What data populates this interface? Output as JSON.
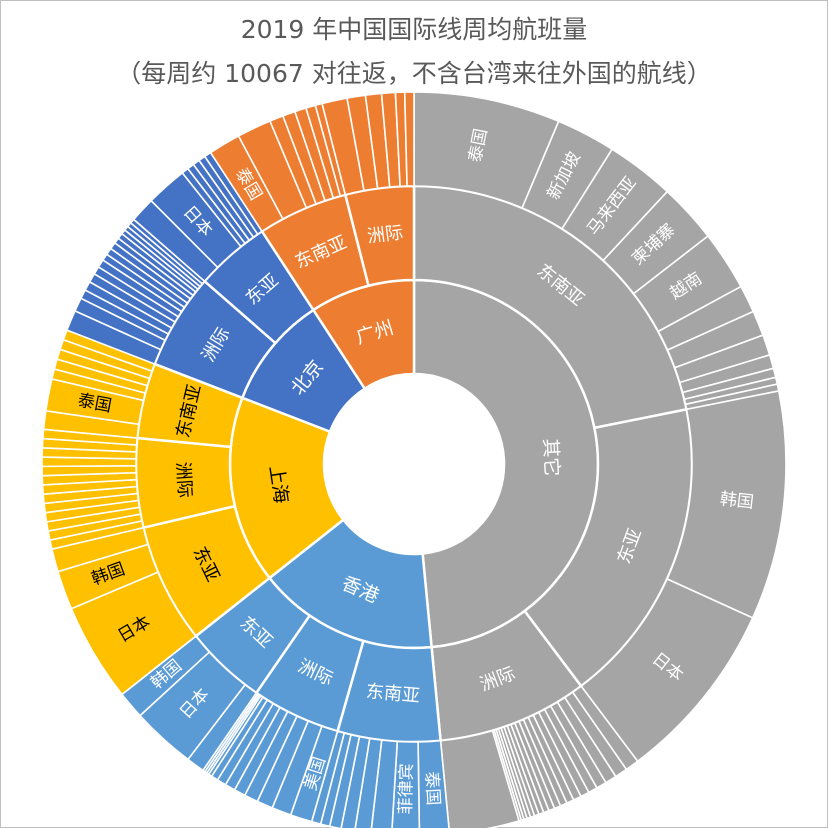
{
  "chart_data": {
    "type": "sunburst",
    "title": "2019 年中国国际线周均航班量",
    "subtitle": "（每周约 10067 对往返，不含台湾来往外国的航线）",
    "colors": {
      "其它": "#a5a5a5",
      "香港": "#5b9bd5",
      "上海": "#ffc000",
      "北京": "#4472c4",
      "广州": "#ed7d31",
      "separator": "#ffffff",
      "label_dark": "#000000",
      "label_light": "#ffffff"
    },
    "tree": [
      {
        "name": "其它",
        "value": 4880,
        "children": [
          {
            "name": "东南亚",
            "value": 2200,
            "children": [
              {
                "name": "泰国",
                "value": 640
              },
              {
                "name": "新加坡",
                "value": 260
              },
              {
                "name": "马来西亚",
                "value": 300
              },
              {
                "name": "柬埔寨",
                "value": 260
              },
              {
                "name": "越南",
                "value": 260
              },
              {
                "name": "",
                "value": 120
              },
              {
                "name": "",
                "value": 110
              },
              {
                "name": "",
                "value": 90
              },
              {
                "name": "",
                "value": 60
              },
              {
                "name": "",
                "value": 40
              },
              {
                "name": "",
                "value": 30
              },
              {
                "name": "",
                "value": 30
              }
            ]
          },
          {
            "name": "东亚",
            "value": 1800,
            "children": [
              {
                "name": "韩国",
                "value": 1000
              },
              {
                "name": "日本",
                "value": 800
              }
            ]
          },
          {
            "name": "洲际",
            "value": 880,
            "children": [
              {
                "name": "",
                "value": 60
              },
              {
                "name": "",
                "value": 55
              },
              {
                "name": "",
                "value": 50
              },
              {
                "name": "",
                "value": 45
              },
              {
                "name": "",
                "value": 40
              },
              {
                "name": "",
                "value": 38
              },
              {
                "name": "",
                "value": 35
              },
              {
                "name": "",
                "value": 32
              },
              {
                "name": "",
                "value": 30
              },
              {
                "name": "",
                "value": 28
              },
              {
                "name": "",
                "value": 26
              },
              {
                "name": "",
                "value": 24
              },
              {
                "name": "",
                "value": 22
              },
              {
                "name": "",
                "value": 20
              },
              {
                "name": "",
                "value": 18
              },
              {
                "name": "",
                "value": 16
              },
              {
                "name": "",
                "value": 14
              },
              {
                "name": "",
                "value": 12
              },
              {
                "name": "",
                "value": 10
              },
              {
                "name": "",
                "value": 305
              }
            ]
          }
        ]
      },
      {
        "name": "香港",
        "value": 1600,
        "children": [
          {
            "name": "东南亚",
            "value": 600,
            "children": [
              {
                "name": "泰国",
                "value": 130
              },
              {
                "name": "菲律宾",
                "value": 120
              },
              {
                "name": "",
                "value": 90
              },
              {
                "name": "",
                "value": 70
              },
              {
                "name": "",
                "value": 60
              },
              {
                "name": "",
                "value": 50
              },
              {
                "name": "",
                "value": 40
              },
              {
                "name": "",
                "value": 40
              }
            ]
          },
          {
            "name": "洲际",
            "value": 520,
            "children": [
              {
                "name": "美国",
                "value": 95
              },
              {
                "name": "",
                "value": 85
              },
              {
                "name": "",
                "value": 70
              },
              {
                "name": "",
                "value": 60
              },
              {
                "name": "",
                "value": 50
              },
              {
                "name": "",
                "value": 45
              },
              {
                "name": "",
                "value": 40
              },
              {
                "name": "",
                "value": 30
              },
              {
                "name": "",
                "value": 15
              },
              {
                "name": "",
                "value": 10
              },
              {
                "name": "",
                "value": 10
              },
              {
                "name": "",
                "value": 10
              }
            ]
          },
          {
            "name": "东亚",
            "value": 480,
            "children": [
              {
                "name": "",
                "value": 80
              },
              {
                "name": "日本",
                "value": 280
              },
              {
                "name": "韩国",
                "value": 120
              }
            ]
          }
        ]
      },
      {
        "name": "上海",
        "value": 1660,
        "children": [
          {
            "name": "东亚",
            "value": 700,
            "children": [
              {
                "name": "日本",
                "value": 430
              },
              {
                "name": "韩国",
                "value": 170
              },
              {
                "name": "",
                "value": 100
              }
            ]
          },
          {
            "name": "洲际",
            "value": 520,
            "children": [
              {
                "name": "",
                "value": 40
              },
              {
                "name": "",
                "value": 40
              },
              {
                "name": "",
                "value": 40
              },
              {
                "name": "",
                "value": 40
              },
              {
                "name": "",
                "value": 40
              },
              {
                "name": "",
                "value": 40
              },
              {
                "name": "",
                "value": 40
              },
              {
                "name": "",
                "value": 40
              },
              {
                "name": "",
                "value": 40
              },
              {
                "name": "",
                "value": 40
              },
              {
                "name": "",
                "value": 40
              },
              {
                "name": "",
                "value": 40
              },
              {
                "name": "",
                "value": 40
              }
            ]
          },
          {
            "name": "东南亚",
            "value": 440,
            "children": [
              {
                "name": "",
                "value": 80
              },
              {
                "name": "泰国",
                "value": 140
              },
              {
                "name": "",
                "value": 44
              },
              {
                "name": "",
                "value": 44
              },
              {
                "name": "",
                "value": 44
              },
              {
                "name": "",
                "value": 44
              },
              {
                "name": "",
                "value": 44
              }
            ]
          }
        ]
      },
      {
        "name": "北京",
        "value": 1000,
        "children": [
          {
            "name": "洲际",
            "value": 560,
            "children": [
              {
                "name": "",
                "value": 90
              },
              {
                "name": "",
                "value": 60
              },
              {
                "name": "",
                "value": 40
              },
              {
                "name": "",
                "value": 40
              },
              {
                "name": "",
                "value": 40
              },
              {
                "name": "",
                "value": 35
              },
              {
                "name": "",
                "value": 35
              },
              {
                "name": "",
                "value": 30
              },
              {
                "name": "",
                "value": 30
              },
              {
                "name": "",
                "value": 30
              },
              {
                "name": "",
                "value": 25
              },
              {
                "name": "",
                "value": 25
              },
              {
                "name": "",
                "value": 20
              },
              {
                "name": "",
                "value": 20
              },
              {
                "name": "",
                "value": 20
              },
              {
                "name": "",
                "value": 20
              }
            ]
          },
          {
            "name": "东亚",
            "value": 440,
            "children": [
              {
                "name": "",
                "value": 110
              },
              {
                "name": "日本",
                "value": 180
              },
              {
                "name": "",
                "value": 30
              },
              {
                "name": "",
                "value": 30
              },
              {
                "name": "",
                "value": 30
              },
              {
                "name": "",
                "value": 30
              },
              {
                "name": "",
                "value": 30
              }
            ]
          }
        ]
      },
      {
        "name": "广州",
        "value": 927,
        "children": [
          {
            "name": "东南亚",
            "value": 527,
            "children": [
              {
                "name": "泰国",
                "value": 140
              },
              {
                "name": "",
                "value": 150
              },
              {
                "name": "",
                "value": 60
              },
              {
                "name": "",
                "value": 55
              },
              {
                "name": "",
                "value": 50
              },
              {
                "name": "",
                "value": 42
              },
              {
                "name": "",
                "value": 30
              }
            ]
          },
          {
            "name": "洲际",
            "value": 400,
            "children": [
              {
                "name": "",
                "value": 110
              },
              {
                "name": "",
                "value": 80
              },
              {
                "name": "",
                "value": 70
              },
              {
                "name": "",
                "value": 60
              },
              {
                "name": "",
                "value": 40
              },
              {
                "name": "",
                "value": 40
              }
            ]
          }
        ]
      }
    ]
  }
}
